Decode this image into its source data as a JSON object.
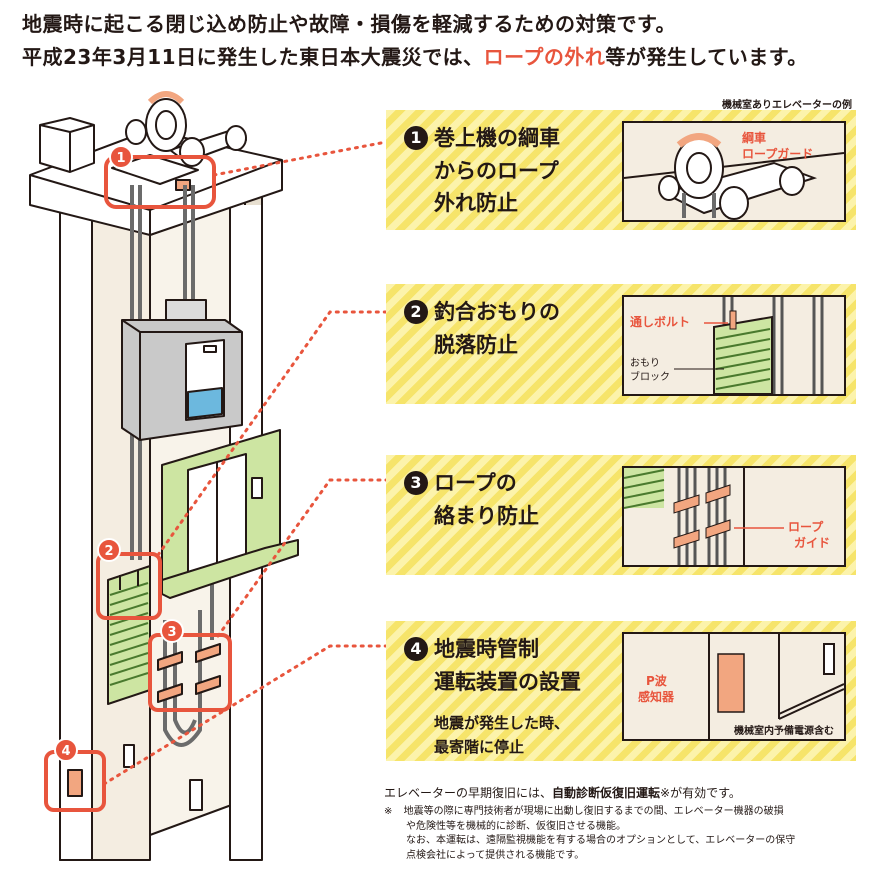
{
  "header": {
    "line1": "地震時に起こる閉じ込め防止や故障・損傷を軽減するための対策です。",
    "line2_pre": "平成23年3月11日に発生した東日本大震災では、",
    "line2_highlight": "ロープの外れ",
    "line2_post": "等が発生しています。"
  },
  "caption_top": "機械室ありエレベーターの例",
  "callout_numbers": [
    "1",
    "2",
    "3",
    "4"
  ],
  "panels": [
    {
      "number": "1",
      "title_l1": "巻上機の綱車",
      "title_l2": "からのロープ",
      "title_l3": "外れ防止",
      "labels": [
        "綱車",
        "ロープガード"
      ]
    },
    {
      "number": "2",
      "title_l1": "釣合おもりの",
      "title_l2": "脱落防止",
      "labels": [
        "通しボルト",
        "おもり",
        "ブロック"
      ]
    },
    {
      "number": "3",
      "title_l1": "ロープの",
      "title_l2": "絡まり防止",
      "labels": [
        "ロープ",
        "ガイド"
      ]
    },
    {
      "number": "4",
      "title_l1": "地震時管制",
      "title_l2": "運転装置の設置",
      "subtitle_l1": "地震が発生した時、",
      "subtitle_l2": "最寄階に停止",
      "labels": [
        "P波",
        "感知器"
      ],
      "caption": "機械室内予備電源含む"
    }
  ],
  "footer": {
    "main_pre": "エレベーターの早期復旧には、",
    "main_bold": "自動診断仮復旧運転",
    "main_post": "※が有効です。",
    "note_mark": "※",
    "note_l1": "地震等の際に専門技術者が現場に出動し復旧するまでの間、エレベーター機器の破損",
    "note_l2": "や危険性等を機械的に診断、仮復旧させる機能。",
    "note_l3": "なお、本運転は、遠隔監視機能を有する場合のオプションとして、エレベーターの保守",
    "note_l4": "点検会社によって提供される機能です。"
  },
  "colors": {
    "accent": "#e8553d",
    "stripe_light": "#fcf3ab",
    "stripe_dark": "#f6e46a",
    "weight_green": "#cde5a2",
    "car_gray": "#c9c9c9",
    "water_blue": "#6cb8de",
    "sensor": "#f2a680"
  }
}
